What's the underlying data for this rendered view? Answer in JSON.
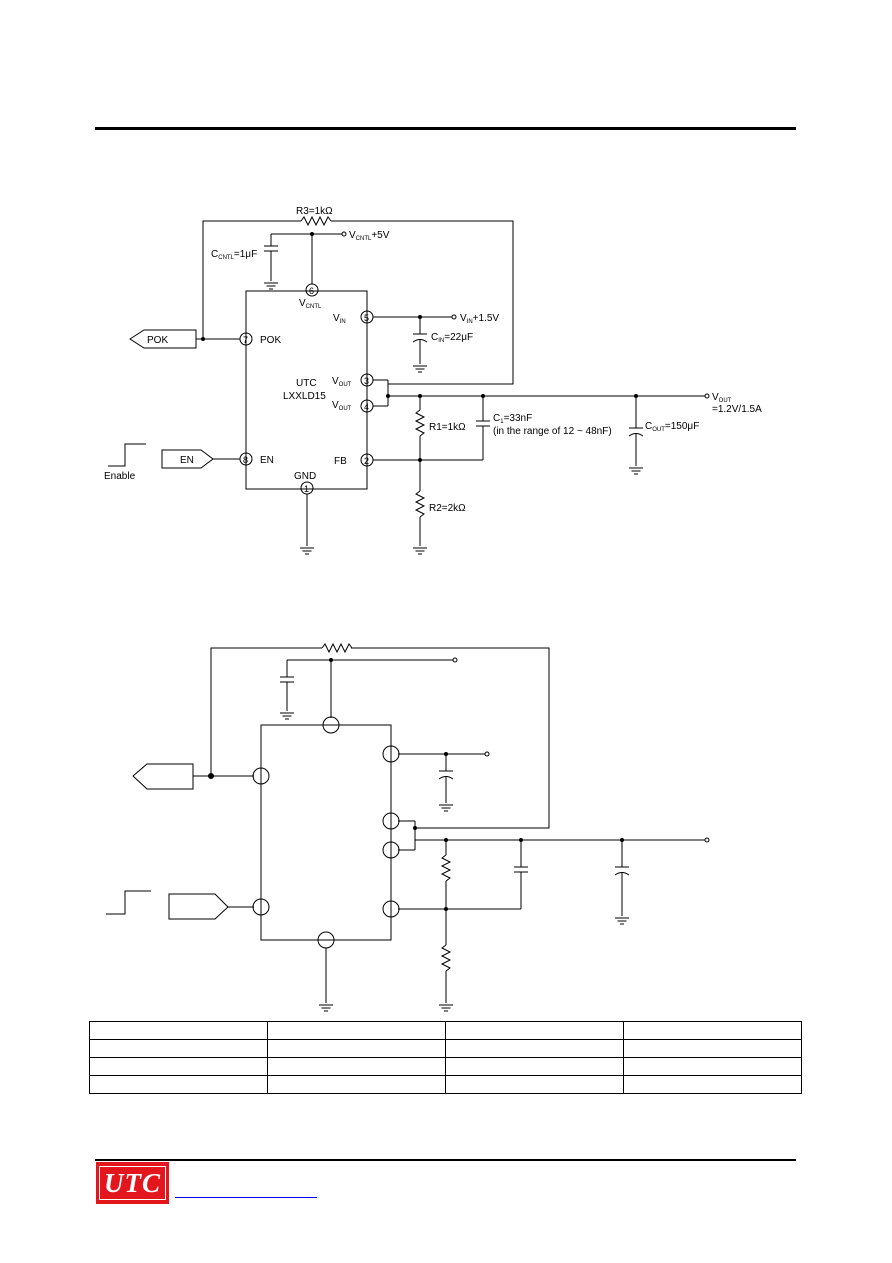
{
  "figure1": {
    "r3": "R3=1kΩ",
    "vcntl_top": "V",
    "vcntl_sub": "CNTL",
    "vcntl_val": "+5V",
    "ccntl": "C",
    "ccntl_sub": "CNTL",
    "ccntl_val": "=1μF",
    "pin6": "6",
    "vcntl_pin": "V",
    "vcntl_pin_sub": "CNTL",
    "pin5": "5",
    "vin_pin": "V",
    "vin_pin_sub": "IN",
    "vin_node": "V",
    "vin_node_sub": "IN",
    "vin_val": "+1.5V",
    "cin": "C",
    "cin_sub": "IN",
    "cin_val": "=22μF",
    "pok_box": "POK",
    "pin7": "7",
    "pok_pin": "POK",
    "ic_name1": "UTC",
    "ic_name2": "LXXLD15",
    "pin3": "3",
    "vout_pin3": "V",
    "vout_pin3_sub": "OUT",
    "pin4": "4",
    "vout_pin4": "V",
    "vout_pin4_sub": "OUT",
    "vout_node": "V",
    "vout_node_sub": "OUT",
    "vout_val": "=1.2V/1.5A",
    "r1": "R1=1kΩ",
    "c1": "C",
    "c1_sub": "1",
    "c1_val": "=33nF",
    "c1_range": "(in the range of 12 ~ 48nF)",
    "cout": "C",
    "cout_sub": "OUT",
    "cout_val": "=150μF",
    "en_box": "EN",
    "pin8": "8",
    "en_pin": "EN",
    "enable": "Enable",
    "pin2": "2",
    "fb_pin": "FB",
    "pin1": "1",
    "gnd_pin": "GND",
    "r2": "R2=2kΩ"
  },
  "table": {
    "rows": [
      [
        "",
        "",
        "",
        ""
      ],
      [
        "",
        "",
        "",
        ""
      ],
      [
        "",
        "",
        "",
        ""
      ],
      [
        "",
        "",
        "",
        ""
      ]
    ]
  },
  "footer": {
    "logo": "UTC",
    "link": ""
  },
  "colors": {
    "logo_bg": "#e4161d",
    "link": "#0000ee"
  }
}
